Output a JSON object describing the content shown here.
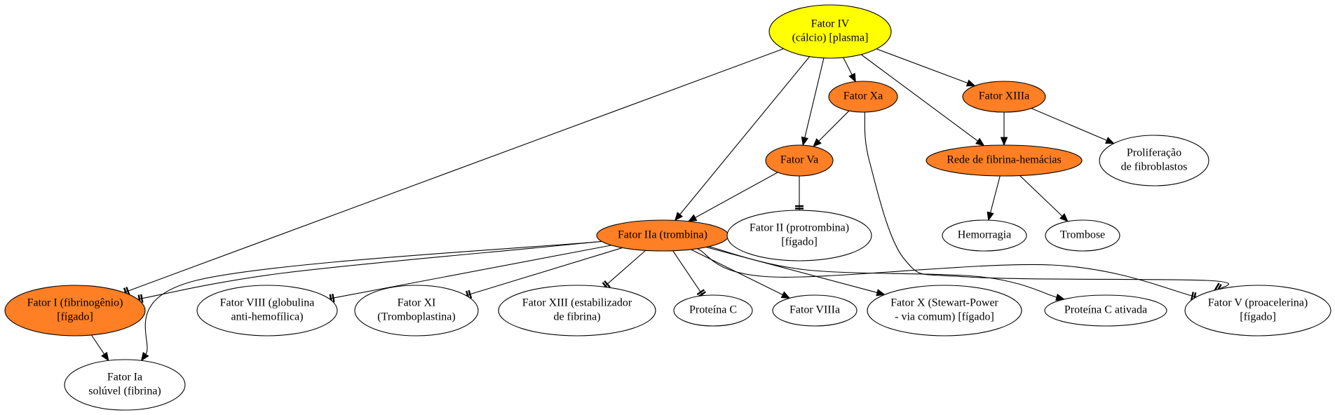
{
  "colors": {
    "calcium": "#ffff00",
    "active": "#ff7f24",
    "inactive": "#ffffff",
    "line": "#000000"
  },
  "nodes": {
    "fator_iv": {
      "lines": [
        "Fator IV",
        "(cálcio) [plasma]"
      ],
      "fill": "calcium"
    },
    "fator_xa": {
      "lines": [
        "Fator Xa"
      ],
      "fill": "active"
    },
    "fator_xiiia": {
      "lines": [
        "Fator XIIIa"
      ],
      "fill": "active"
    },
    "fator_va": {
      "lines": [
        "Fator Va"
      ],
      "fill": "active"
    },
    "rede_fibrina": {
      "lines": [
        "Rede de fibrina-hemácias"
      ],
      "fill": "active"
    },
    "proliferacao": {
      "lines": [
        "Proliferação",
        "de fibroblastos"
      ],
      "fill": "inactive"
    },
    "fator_iia": {
      "lines": [
        "Fator IIa (trombina)"
      ],
      "fill": "active"
    },
    "fator_ii": {
      "lines": [
        "Fator II (protrombina)",
        "[fígado]"
      ],
      "fill": "inactive"
    },
    "hemorragia": {
      "lines": [
        "Hemorragia"
      ],
      "fill": "inactive"
    },
    "trombose": {
      "lines": [
        "Trombose"
      ],
      "fill": "inactive"
    },
    "fator_i": {
      "lines": [
        "Fator I (fibrinogênio)",
        "[fígado]"
      ],
      "fill": "active"
    },
    "fator_viii": {
      "lines": [
        "Fator VIII (globulina",
        "anti-hemofílica)"
      ],
      "fill": "inactive"
    },
    "fator_xi": {
      "lines": [
        "Fator XI",
        "(Tromboplastina)"
      ],
      "fill": "inactive"
    },
    "fator_xiii": {
      "lines": [
        "Fator XIII (estabilizador",
        "de fibrina)"
      ],
      "fill": "inactive"
    },
    "proteina_c": {
      "lines": [
        "Proteína C"
      ],
      "fill": "inactive"
    },
    "fator_viiia": {
      "lines": [
        "Fator VIIIa"
      ],
      "fill": "inactive"
    },
    "fator_x": {
      "lines": [
        "Fator X (Stewart-Power",
        "- via comum) [fígado]"
      ],
      "fill": "inactive"
    },
    "proteina_c_ativada": {
      "lines": [
        "Proteína C ativada"
      ],
      "fill": "inactive"
    },
    "fator_v": {
      "lines": [
        "Fator V (proacelerina)",
        "[fígado]"
      ],
      "fill": "inactive"
    },
    "fator_ia": {
      "lines": [
        "Fator Ia",
        "solúvel (fibrina)"
      ],
      "fill": "inactive"
    }
  },
  "edges": [
    {
      "from": "fator_iv",
      "to": "fator_xa",
      "type": "arrow"
    },
    {
      "from": "fator_iv",
      "to": "fator_xiiia",
      "type": "arrow"
    },
    {
      "from": "fator_iv",
      "to": "fator_va",
      "type": "arrow"
    },
    {
      "from": "fator_iv",
      "to": "rede_fibrina",
      "type": "arrow"
    },
    {
      "from": "fator_iv",
      "to": "fator_iia",
      "type": "arrow"
    },
    {
      "from": "fator_iv",
      "to": "fator_i",
      "type": "tee"
    },
    {
      "from": "fator_xa",
      "to": "fator_va",
      "type": "arrow"
    },
    {
      "from": "fator_xa",
      "to": "fator_v",
      "type": "tee"
    },
    {
      "from": "fator_xiiia",
      "to": "rede_fibrina",
      "type": "arrow"
    },
    {
      "from": "fator_xiiia",
      "to": "proliferacao",
      "type": "arrow"
    },
    {
      "from": "fator_va",
      "to": "fator_iia",
      "type": "arrow"
    },
    {
      "from": "fator_va",
      "to": "fator_ii",
      "type": "tee"
    },
    {
      "from": "rede_fibrina",
      "to": "hemorragia",
      "type": "arrow"
    },
    {
      "from": "rede_fibrina",
      "to": "trombose",
      "type": "arrow"
    },
    {
      "from": "fator_iia",
      "to": "fator_i",
      "type": "tee"
    },
    {
      "from": "fator_iia",
      "to": "fator_ia",
      "type": "arrow"
    },
    {
      "from": "fator_iia",
      "to": "fator_viii",
      "type": "tee"
    },
    {
      "from": "fator_iia",
      "to": "fator_xi",
      "type": "tee"
    },
    {
      "from": "fator_iia",
      "to": "fator_xiii",
      "type": "tee"
    },
    {
      "from": "fator_iia",
      "to": "proteina_c",
      "type": "tee"
    },
    {
      "from": "fator_iia",
      "to": "fator_viiia",
      "type": "arrow"
    },
    {
      "from": "fator_iia",
      "to": "fator_x",
      "type": "arrow"
    },
    {
      "from": "fator_iia",
      "to": "proteina_c_ativada",
      "type": "arrow"
    },
    {
      "from": "fator_iia",
      "to": "fator_v",
      "type": "tee"
    },
    {
      "from": "fator_i",
      "to": "fator_ia",
      "type": "arrow"
    }
  ]
}
